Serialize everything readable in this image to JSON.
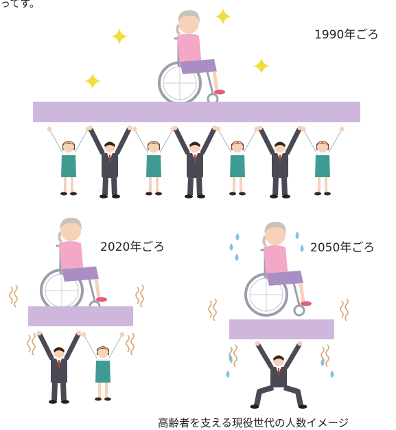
{
  "top_fragment": "ってす。",
  "labels": {
    "y1990": "1990年ごろ",
    "y2020": "2020年ごろ",
    "y2050": "2050年ごろ"
  },
  "caption": "高齢者を支える現役世代の人数イメージ",
  "colors": {
    "platform": "#cfb6dc",
    "sparkle": "#f3dd3e",
    "woman_vest": "#3f9b91",
    "man_suit": "#4a4a55",
    "elder_top": "#f2a8c6",
    "elder_skirt": "#a98ec4",
    "wheelchair": "#9aa0aa",
    "strain_lines": "#d9a874",
    "sweat": "#7fc3df"
  },
  "icons": [
    "sparkle-icon",
    "wheelchair-icon",
    "sweat-drop-icon",
    "strain-lines-icon"
  ]
}
